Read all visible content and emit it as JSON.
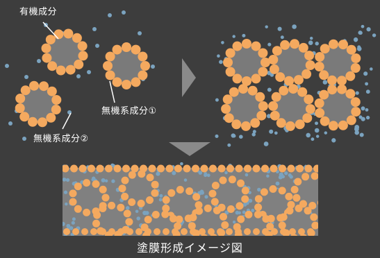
{
  "labels": {
    "organic_component": "有機成分",
    "inorganic_component_1": "無機系成分①",
    "inorganic_component_2": "無機系成分②"
  },
  "caption": "塗膜形成イメージ図",
  "colors": {
    "background": "#3d3d3d",
    "organic_particle": "#7a7a7a",
    "inorganic_1_particle": "#f4a95f",
    "inorganic_2_particle": "#7ba3bf",
    "arrow": "#8a8a8a",
    "film_base": "#808080"
  }
}
